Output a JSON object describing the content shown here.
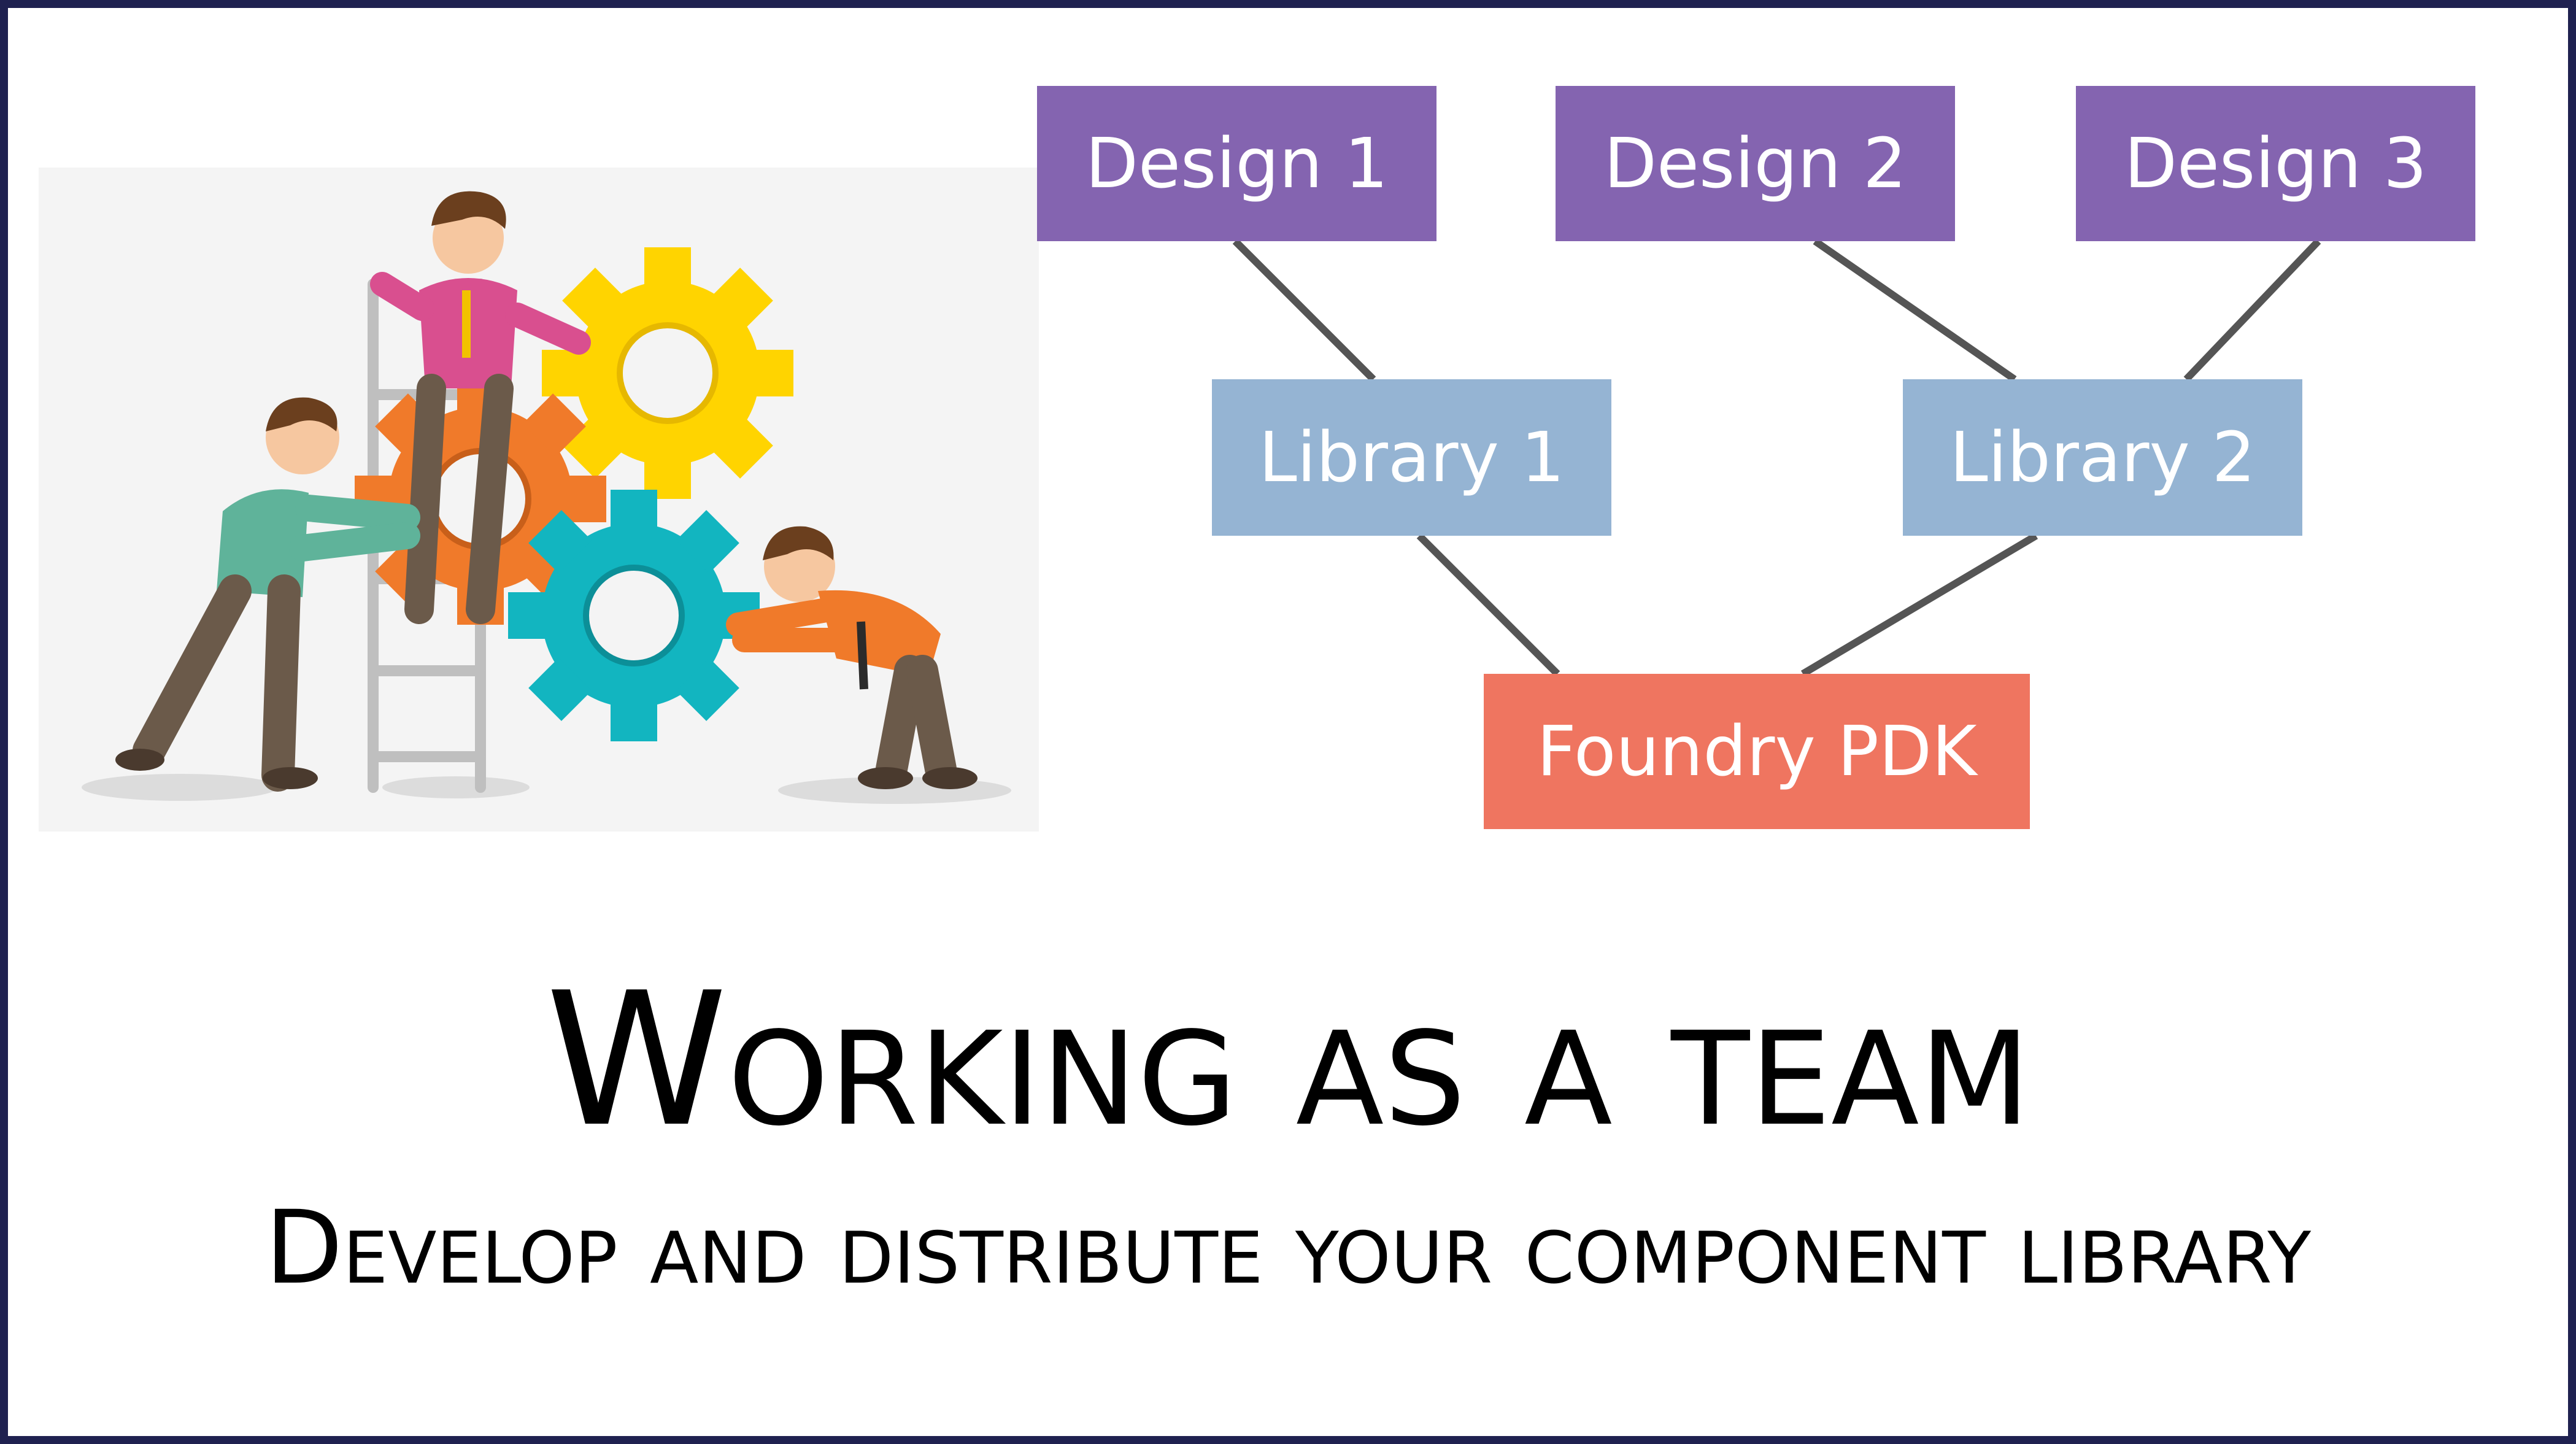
{
  "title": "Working as a team",
  "subtitle": "Develop and distribute your component library",
  "diagram": {
    "nodes": [
      {
        "id": "design1",
        "label": "Design 1",
        "color": "#8464b0"
      },
      {
        "id": "design2",
        "label": "Design 2",
        "color": "#8464b0"
      },
      {
        "id": "design3",
        "label": "Design 3",
        "color": "#8464b0"
      },
      {
        "id": "library1",
        "label": "Library 1",
        "color": "#95b4d3"
      },
      {
        "id": "library2",
        "label": "Library 2",
        "color": "#95b4d3"
      },
      {
        "id": "foundry",
        "label": "Foundry PDK",
        "color": "#ef7560"
      }
    ],
    "edges": [
      {
        "from": "design1",
        "to": "library1"
      },
      {
        "from": "design2",
        "to": "library2"
      },
      {
        "from": "design3",
        "to": "library2"
      },
      {
        "from": "library1",
        "to": "foundry"
      },
      {
        "from": "library2",
        "to": "foundry"
      }
    ],
    "line_color": "#555555"
  },
  "illustration": {
    "icon": "teamwork-gears-illustration",
    "gear_colors": [
      "#ffd400",
      "#f07a2a",
      "#12b5c0"
    ]
  },
  "colors": {
    "border": "#1f2150",
    "background": "#ffffff"
  }
}
